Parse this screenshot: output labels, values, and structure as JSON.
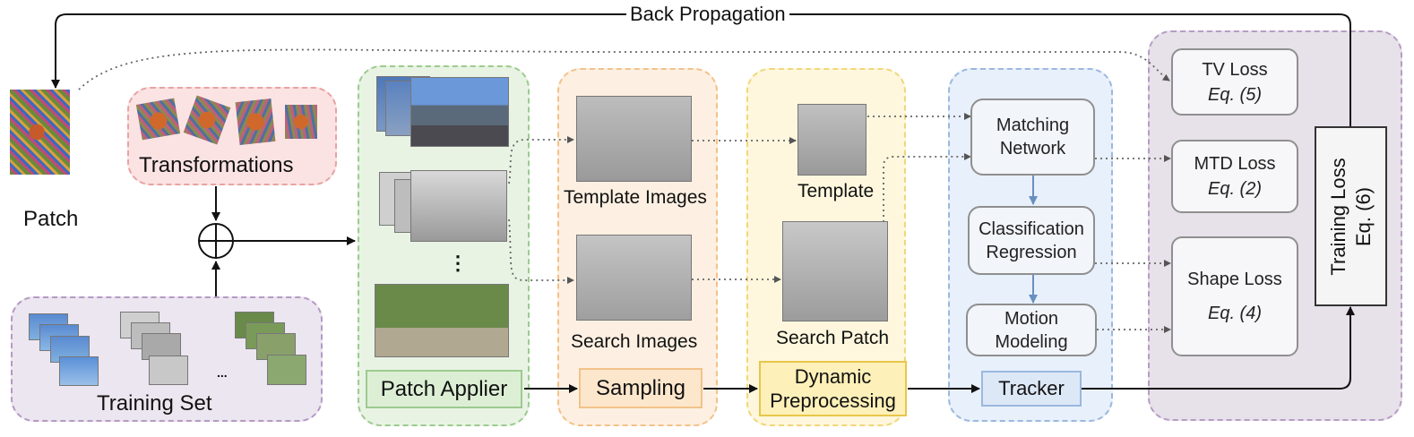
{
  "labels": {
    "back_propagation": "Back Propagation",
    "patch": "Patch",
    "transformations": "Transformations",
    "training_set": "Training Set",
    "training_set_ellipsis": "...",
    "patch_applier": "Patch Applier",
    "applier_dots": "⋮",
    "template_images": "Template Images",
    "search_images": "Search Images",
    "sampling": "Sampling",
    "template": "Template",
    "search_patch": "Search Patch",
    "dynamic_preprocessing_line1": "Dynamic",
    "dynamic_preprocessing_line2": "Preprocessing",
    "matching_line1": "Matching",
    "matching_line2": "Network",
    "classification_line1": "Classification",
    "classification_line2": "Regression",
    "motion_line1": "Motion",
    "motion_line2": "Modeling",
    "tracker": "Tracker",
    "tv_loss": "TV Loss",
    "tv_eq": "Eq. (5)",
    "mtd_loss": "MTD Loss",
    "mtd_eq": "Eq. (2)",
    "shape_loss": "Shape Loss",
    "shape_eq": "Eq. (4)",
    "training_loss_line1": "Training Loss",
    "training_loss_line2": "Eq. (6)"
  },
  "colors": {
    "transform_group": "#fbe3e3",
    "transform_border": "#e7a3a3",
    "training_group": "#ece6f0",
    "training_border": "#b49ac4",
    "applier_group": "#e9f3e4",
    "applier_border": "#9ccb8e",
    "sampling_group": "#fdf0e2",
    "sampling_border": "#f2c28a",
    "preproc_group": "#fef7dd",
    "preproc_border": "#f1d67a",
    "tracker_group": "#e8f0fb",
    "tracker_border": "#9bb8de",
    "loss_group": "#e7e1ea",
    "loss_border": "#b69dc3",
    "flow_blue": "#6a8fc0"
  },
  "icons": [
    "sum-operator-icon",
    "arrow-icon"
  ]
}
